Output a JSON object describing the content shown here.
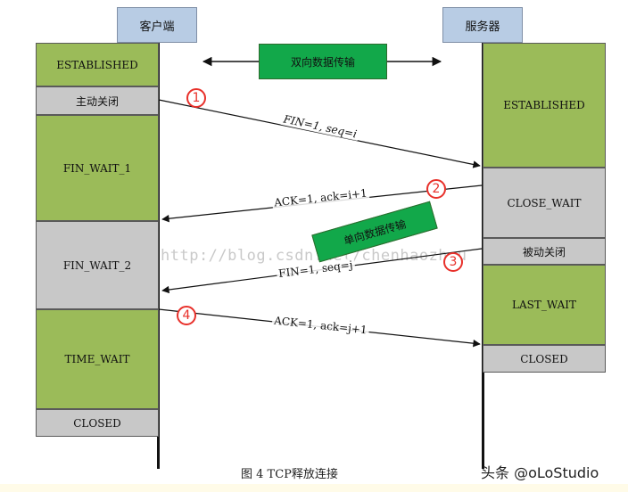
{
  "client": {
    "header": "客户端",
    "states": [
      "ESTABLISHED",
      "主动关闭",
      "FIN_WAIT_1",
      "FIN_WAIT_2",
      "TIME_WAIT",
      "CLOSED"
    ]
  },
  "server": {
    "header": "服务器",
    "states": [
      "ESTABLISHED",
      "CLOSE_WAIT",
      "被动关闭",
      "LAST_WAIT",
      "CLOSED"
    ]
  },
  "banners": {
    "bidirectional": "双向数据传输",
    "unidirectional": "单向数据传输"
  },
  "messages": [
    {
      "step": "1",
      "text": "FIN=1, seq=i"
    },
    {
      "step": "2",
      "text": "ACK=1, ack=i+1"
    },
    {
      "step": "3",
      "text": "FIN=1, seq=j"
    },
    {
      "step": "4",
      "text": "ACK=1, ack=j+1"
    }
  ],
  "watermark": "http://blog.csdn.net/chenhaozhou",
  "caption": "图 4 TCP释放连接",
  "credit": "头条 @oLoStudio",
  "colors": {
    "state_green": "#9bbb59",
    "state_gray": "#c8c8c8",
    "header_blue": "#b8cce4",
    "banner_green": "#12a84a",
    "step_marker_red": "#e8302a"
  }
}
